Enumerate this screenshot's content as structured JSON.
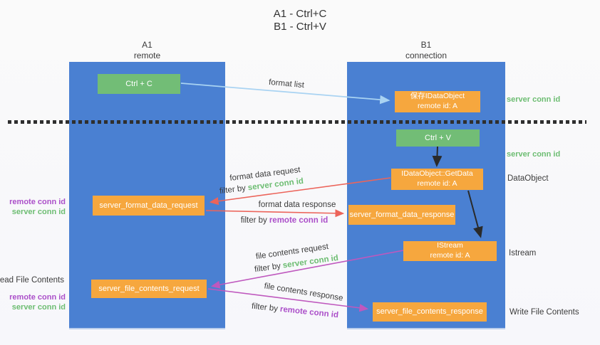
{
  "title": {
    "line1": "A1 - Ctrl+C",
    "line2": "B1 - Ctrl+V"
  },
  "lanes": {
    "left": {
      "title": "A1",
      "subtitle": "remote"
    },
    "right": {
      "title": "B1",
      "subtitle": "connection"
    }
  },
  "nodes": {
    "ctrl_c": {
      "label": "Ctrl + C"
    },
    "save_idataobject": {
      "line1": "保存IDataObject",
      "line2": "remote id: A"
    },
    "ctrl_v": {
      "label": "Ctrl + V"
    },
    "getdata": {
      "line1": "IDataObject::GetData",
      "line2": "remote id: A"
    },
    "format_request": {
      "label": "server_format_data_request"
    },
    "format_response": {
      "label": "server_format_data_response"
    },
    "istream": {
      "line1": "IStream",
      "line2": "remote id: A"
    },
    "file_request": {
      "label": "server_file_contents_request"
    },
    "file_response": {
      "label": "server_file_contents_response"
    }
  },
  "flow_labels": {
    "format_list": "format list",
    "format_data_request": "format data request",
    "format_data_response": "format data response",
    "file_contents_request": "file contents request",
    "file_contents_response": "file contents response",
    "filter_by": "filter by",
    "server_conn_id": "server conn id",
    "remote_conn_id": "remote conn id"
  },
  "side_labels": {
    "server_conn_id_top": "server conn id",
    "server_conn_id_middle": "server conn id",
    "dataobject": "DataObject",
    "istream": "Istream",
    "write_file_contents": "Write File Contents",
    "read_file_contents": "Read File Contents",
    "remote_conn_id": "remote conn id",
    "server_conn_id": "server conn id"
  },
  "colors": {
    "lane_blue": "#4a80d2",
    "box_green": "#72bd76",
    "box_orange": "#f6a73e",
    "arrow_blue": "#a9d3f2",
    "arrow_red": "#ec645a",
    "arrow_purple": "#bf58be",
    "arrow_black": "#2a2a2a",
    "text_green": "#6dbd72",
    "text_purple": "#ab4fc9",
    "text_dark": "#3c3c3c",
    "background": "#fafafa"
  }
}
